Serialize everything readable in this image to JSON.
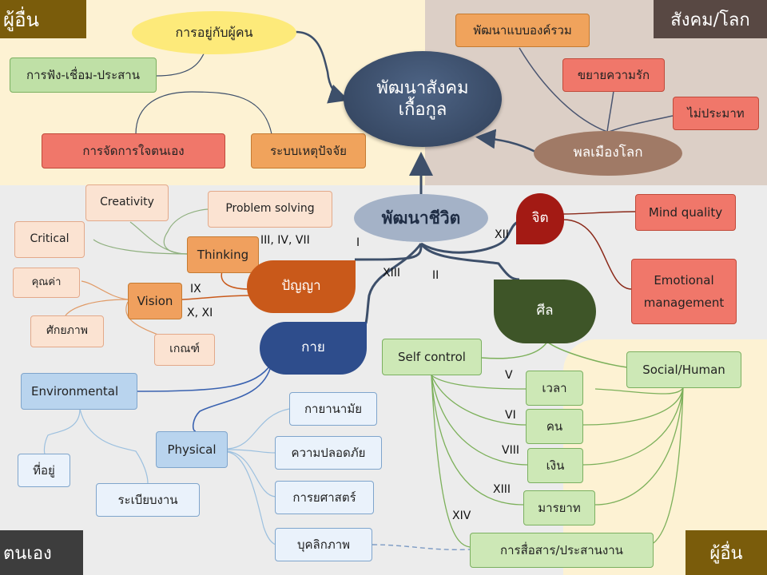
{
  "corners": {
    "top_left": "ผู้อื่น",
    "top_right": "สังคม/โลก",
    "bottom_left": "ตนเอง",
    "bottom_right": "ผู้อื่น"
  },
  "nodes": {
    "society": "พัฒนาสังคม\nเกื้อกูล",
    "living_with_others": "การอยู่กับผู้คน",
    "listen_connect": "การฟัง-เชื่อม-ประสาน",
    "self_mind_management": "การจัดการใจตนเอง",
    "causality": "ระบบเหตุปัจจัย",
    "holistic_dev": "พัฒนาแบบองค์รวม",
    "spread_love": "ขยายความรัก",
    "not_careless": "ไม่ประมาท",
    "global_citizen": "พลเมืองโลก",
    "life_dev": "พัฒนาชีวิต",
    "mind": "จิต",
    "mind_quality": "Mind quality",
    "emotional": "Emotional\nmanagement",
    "creativity": "Creativity",
    "problem_solving": "Problem solving",
    "critical": "Critical",
    "thinking": "Thinking",
    "wisdom": "ปัญญา",
    "values": "คุณค่า",
    "vision": "Vision",
    "potential": "ศักยภาพ",
    "criteria": "เกณฑ์",
    "precepts": "ศีล",
    "body": "กาย",
    "self_control": "Self control",
    "social_human": "Social/Human",
    "time": "เวลา",
    "people": "คน",
    "money": "เงิน",
    "manners": "มารยาท",
    "communication": "การสื่อสาร/ประสานงาน",
    "environmental": "Environmental",
    "residence": "ที่อยู่",
    "orderliness": "ระเบียบงาน",
    "physical": "Physical",
    "sanitation": "กายานามัย",
    "safety": "ความปลอดภัย",
    "body_science": "การยศาสตร์",
    "personality": "บุคลิกภาพ"
  },
  "roman_labels": {
    "i": "I",
    "ii": "II",
    "iii_iv_vii": "III, IV, VII",
    "ix": "IX",
    "x_xi": "X, XI",
    "xii": "XII",
    "xiii_a": "XIII",
    "v": "V",
    "vi": "VI",
    "viii": "VIII",
    "xiii_b": "XIII",
    "xiv": "XIV"
  },
  "colors": {
    "top_left_zone": "#fdf2d3",
    "top_right_zone": "#dccfc6",
    "bottom_right_zone": "#fdf2d3",
    "corner_brown": "#7a5c0b",
    "corner_dark": "#584843",
    "corner_black": "#3d3d3d",
    "navy_ellipse": "#3d4f6a",
    "yellow_ellipse": "#fdea7a",
    "green_rect": "#bfe0a6",
    "red_rect": "#f0776a",
    "orange_rect": "#f0a35c",
    "brown_ellipse": "#a07a66",
    "gray_ellipse": "#a4b2c7",
    "crimson_leaf": "#a31a14",
    "orange_leaf": "#c9591a",
    "dark_green_leaf": "#3e5528",
    "blue_leaf": "#2e4d8c",
    "light_blue_rect": "#b9d4ee",
    "light_peach_rect": "#fbe3d2",
    "light_orange_rect": "#fad7be",
    "orange_mid_rect": "#f0a05e",
    "light_green_rect": "#cde8b6"
  }
}
